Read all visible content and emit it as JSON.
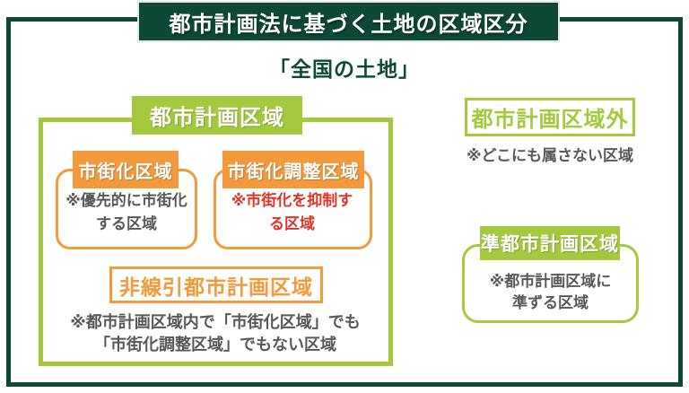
{
  "header": {
    "title": "都市計画法に基づく土地の区域区分"
  },
  "subtitle": "「全国の土地」",
  "city_planning_area": {
    "label": "都市計画区域",
    "urbanization_area": {
      "label": "市街化区域",
      "note_line1": "※優先的に市街化",
      "note_line2": "する区域"
    },
    "urbanization_control_area": {
      "label": "市街化調整区域",
      "note_line1": "※市街化を抑制す",
      "note_line2": "る区域"
    },
    "non_delineated_area": {
      "label": "非線引都市計画区域",
      "note_line1": "※都市計画区域内で「市街化区域」でも",
      "note_line2": "「市街化調整区域」でもない区域"
    }
  },
  "outside_city_planning_area": {
    "label": "都市計画区域外",
    "note": "※どこにも属さない区域"
  },
  "quasi_city_planning_area": {
    "label": "準都市計画区域",
    "note_line1": "※都市計画区域に",
    "note_line2": "準ずる区域"
  },
  "colors": {
    "dark_green": "#0d4936",
    "light_green": "#a4c93f",
    "orange": "#f29a3c",
    "red_note": "#dc352b",
    "gray_note": "#595757"
  }
}
